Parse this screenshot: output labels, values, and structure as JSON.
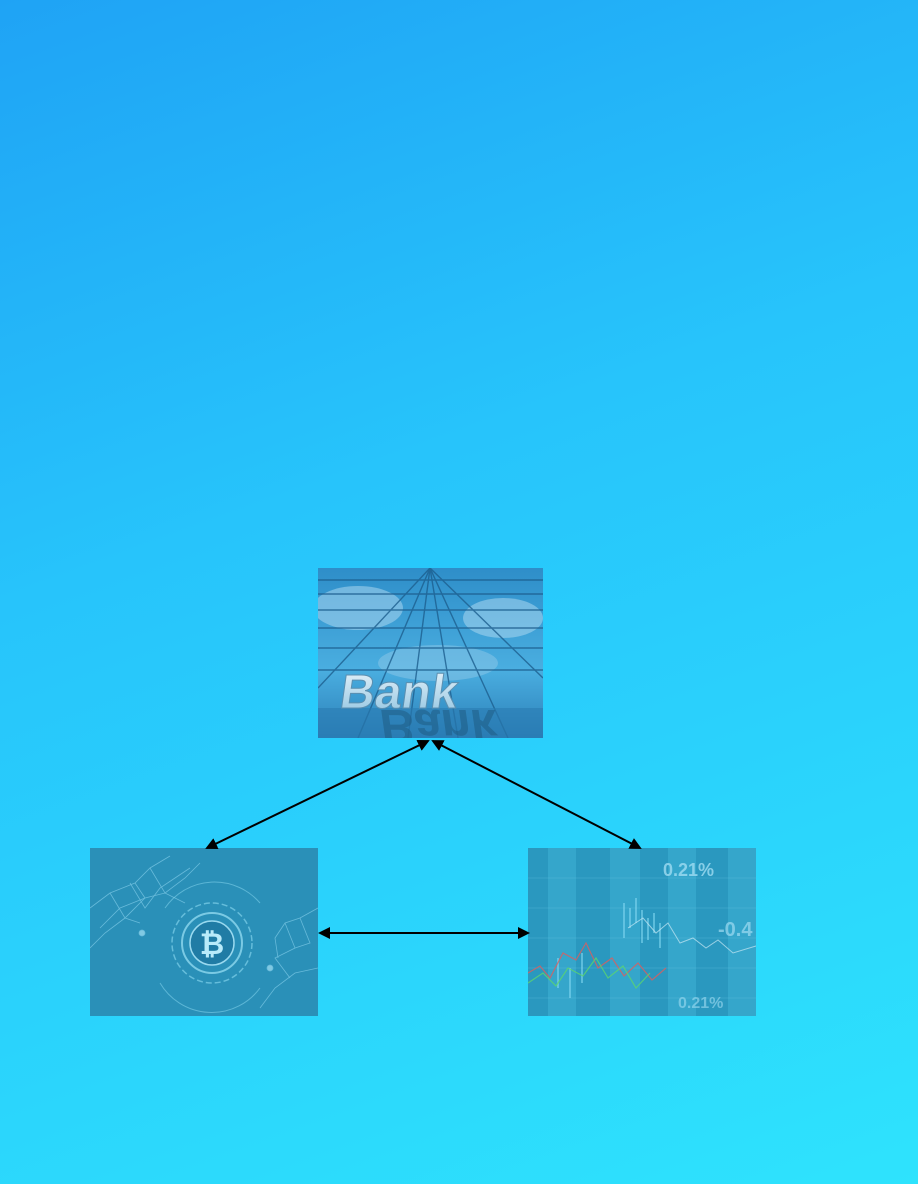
{
  "diagram": {
    "nodes": [
      {
        "id": "bank",
        "image": "bank-building-photo",
        "logo_text": "Bank"
      },
      {
        "id": "crypto",
        "image": "bitcoin-digital-hands-image"
      },
      {
        "id": "market",
        "image": "stock-market-chart-image",
        "ticker_text_1": "0.21%",
        "ticker_text_2": "-0.4"
      }
    ],
    "edges": [
      {
        "from": "bank",
        "to": "crypto",
        "direction": "bidirectional"
      },
      {
        "from": "bank",
        "to": "market",
        "direction": "bidirectional"
      },
      {
        "from": "crypto",
        "to": "market",
        "direction": "bidirectional"
      }
    ],
    "colors": {
      "background_top": "#1fa3f5",
      "background_bottom": "#2ee3fd",
      "arrow": "#000000"
    }
  }
}
